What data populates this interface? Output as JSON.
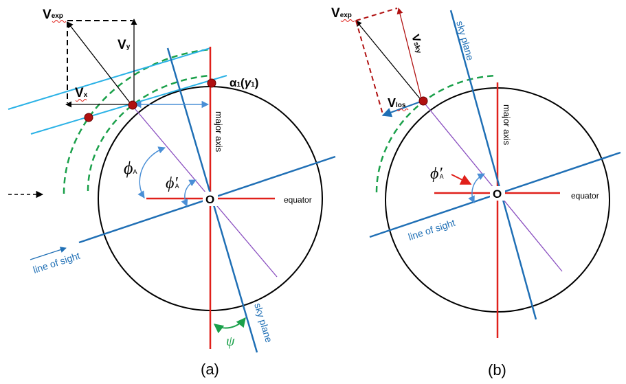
{
  "panel_a": {
    "caption": "(a)",
    "v_exp": "V",
    "v_exp_sub": "exp",
    "v_y": "V",
    "v_y_sub": "y",
    "v_x": "V",
    "v_x_sub": "x",
    "alpha": "α",
    "alpha_sub": "1",
    "alpha_paren_open": "(",
    "gamma": "γ",
    "gamma_sub": "1",
    "alpha_paren_close": ")",
    "major_axis": "major axis",
    "phi_a": "ϕ",
    "phi_a_sub": "A",
    "phi_a_prime": "ϕ′",
    "phi_a_prime_sub": "A",
    "origin": "O",
    "equator": "equator",
    "line_of_sight": "line of sight",
    "sky_plane": "sky plane",
    "psi": "ψ"
  },
  "panel_b": {
    "caption": "(b)",
    "v_exp": "V",
    "v_exp_sub": "exp",
    "v_sky": "V",
    "v_sky_sub": "sky",
    "v_los": "V",
    "v_los_sub": "los",
    "sky_plane": "sky plane",
    "major_axis": "major axis",
    "phi_a_prime": "ϕ′",
    "phi_a_prime_sub": "A",
    "origin": "O",
    "equator": "equator",
    "line_of_sight": "line of sight"
  },
  "colors": {
    "red_axis": "#e0201a",
    "blue_line": "#1f6fb5",
    "cyan_line": "#2bb2e6",
    "green_dashed": "#1aa04a",
    "purple_line": "#8a4fc0",
    "dark_red": "#b01010"
  }
}
